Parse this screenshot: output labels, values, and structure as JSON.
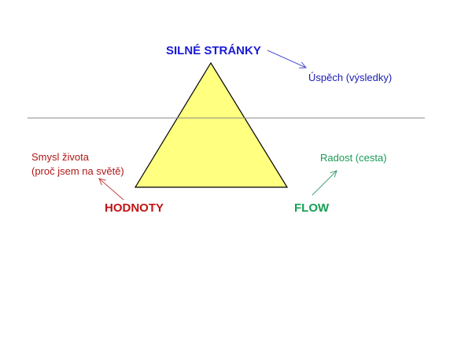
{
  "diagram": {
    "top": {
      "label": "SILNÉ STRÁNKY",
      "note": "Úspěch (výsledky)",
      "color": "#1a1ad6"
    },
    "left": {
      "label": "HODNOTY",
      "note_line1": "Smysl života",
      "note_line2": "(proč jsem na světě)",
      "color": "#c01414"
    },
    "right": {
      "label": "FLOW",
      "note": "Radost (cesta)",
      "color": "#16a054"
    },
    "triangle_fill": "#ffff80"
  }
}
